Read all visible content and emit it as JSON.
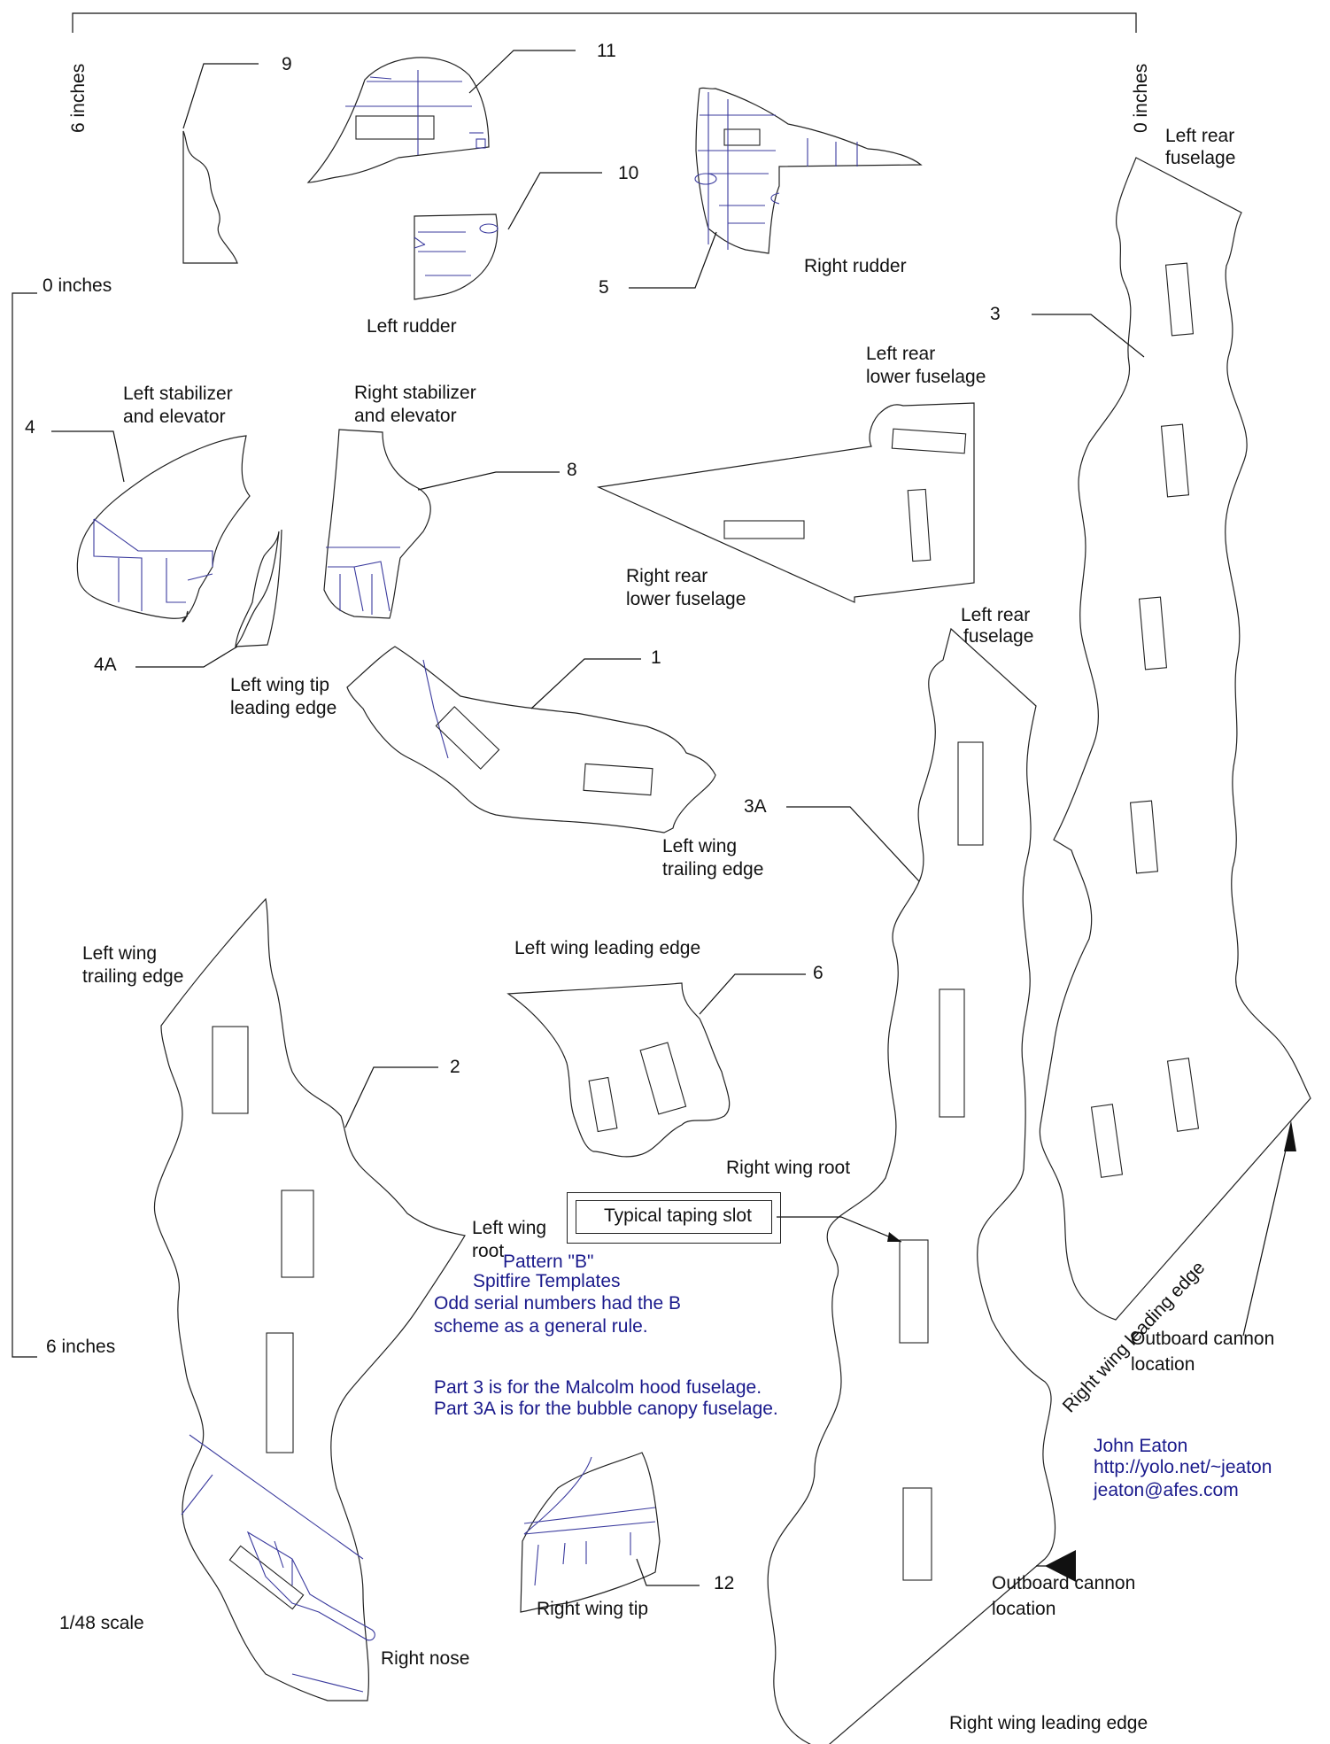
{
  "rulers": {
    "top_left": "6 inches",
    "top_right": "0 inches",
    "left_top": "0 inches",
    "left_bottom": "6 inches"
  },
  "part_numbers": {
    "p1": "1",
    "p2": "2",
    "p3": "3",
    "p3a": "3A",
    "p4": "4",
    "p4a": "4A",
    "p5": "5",
    "p6": "6",
    "p8": "8",
    "p9": "9",
    "p10": "10",
    "p11": "11",
    "p12": "12"
  },
  "labels": {
    "left_rudder": "Left rudder",
    "right_rudder": "Right rudder",
    "left_rear_fuselage_top": [
      "Left rear",
      "fuselage"
    ],
    "left_rear_lower_fuselage": [
      "Left rear",
      "lower fuselage"
    ],
    "right_rear_lower_fuselage": [
      "Right rear",
      "lower fuselage"
    ],
    "left_stabilizer": [
      "Left stabilizer",
      "and elevator"
    ],
    "right_stabilizer": [
      "Right stabilizer",
      "and elevator"
    ],
    "left_wing_tip_leading_edge": [
      "Left wing tip",
      "leading edge"
    ],
    "left_wing_trailing_edge_mid": [
      "Left wing",
      "trailing edge"
    ],
    "left_rear_fuselage_mid": [
      "Left rear",
      "fuselage"
    ],
    "left_wing_trailing_edge_left": [
      "Left wing",
      "trailing edge"
    ],
    "left_wing_leading_edge": "Left wing leading edge",
    "right_wing_root": "Right wing root",
    "left_wing_root": [
      "Left wing",
      "root"
    ],
    "typical_taping_slot": "Typical taping slot",
    "right_wing_leading_edge_rotated": "Right wing leading edge",
    "outboard_cannon_1": [
      "Outboard cannon",
      "location"
    ],
    "outboard_cannon_2": [
      "Outboard cannon",
      "location"
    ],
    "right_wing_tip": "Right wing tip",
    "right_nose": "Right nose",
    "scale": "1/48 scale",
    "right_wing_leading_edge_bottom": "Right wing leading edge"
  },
  "notes": {
    "pattern_line1": "Pattern \"B\"",
    "pattern_line2": "Spitfire Templates",
    "odd_line1": "Odd serial numbers had the B",
    "odd_line2": "scheme as a general rule.",
    "part3_line": "Part 3 is for the Malcolm hood fuselage.",
    "part3a_line": "Part 3A is for the bubble canopy fuselage."
  },
  "credits": {
    "name": "John Eaton",
    "url": "http://yolo.net/~jeaton",
    "email": "jeaton@afes.com"
  },
  "colors": {
    "outline": "#222222",
    "detail": "#3b3b9e",
    "note_text": "#1a1a8c"
  }
}
